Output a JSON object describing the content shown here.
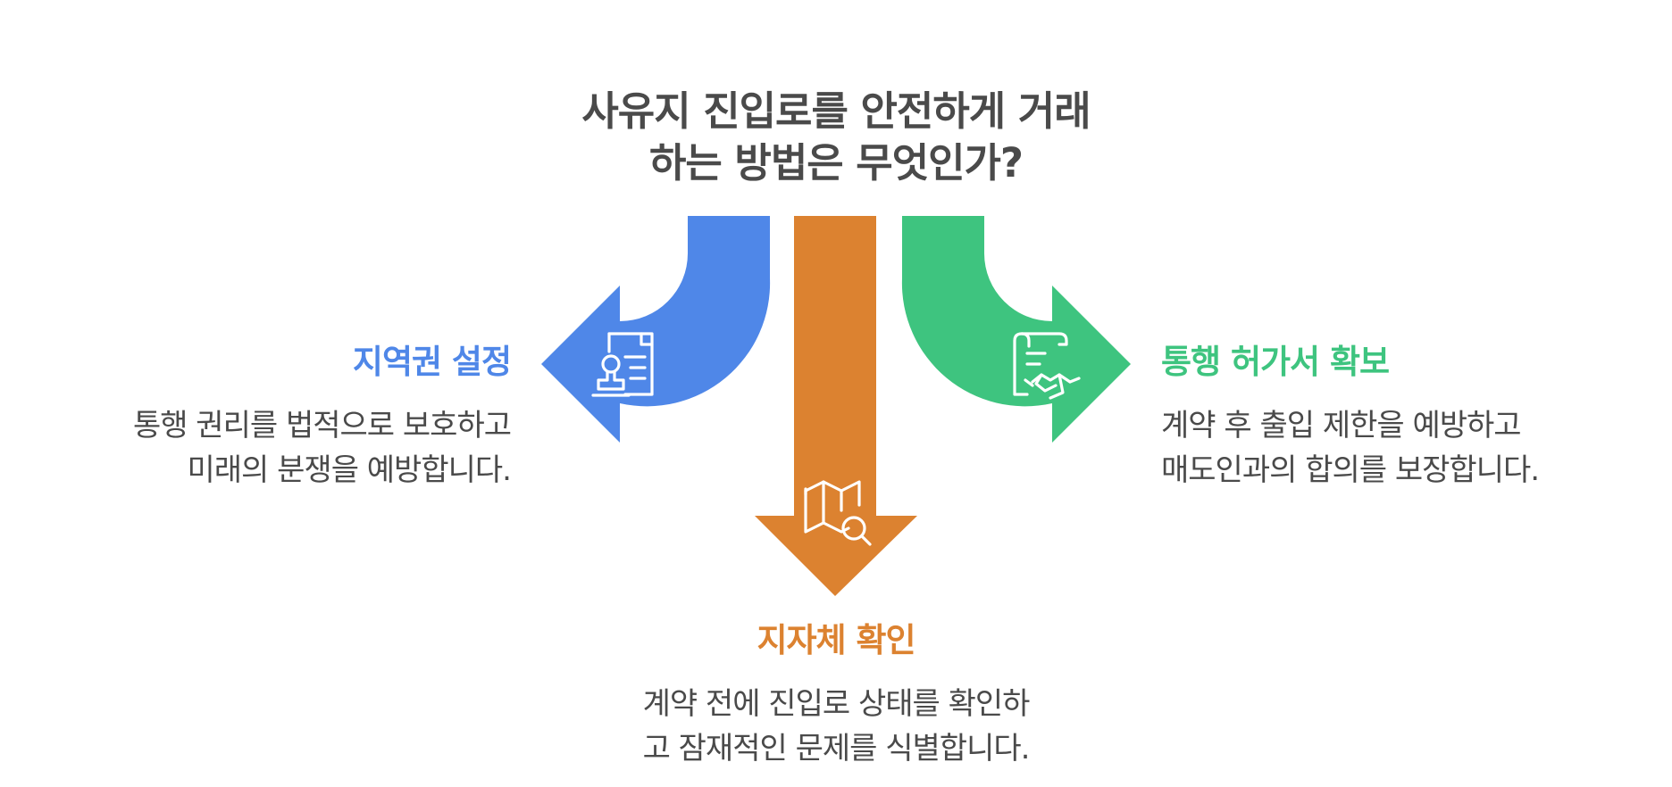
{
  "title": {
    "line1": "사유지 진입로를 안전하게 거래",
    "line2": "하는 방법은 무엇인가?"
  },
  "options": [
    {
      "heading": "지역권 설정",
      "desc_line1": "통행 권리를 법적으로 보호하고",
      "desc_line2": "미래의 분쟁을 예방합니다.",
      "color": "#4f87e8",
      "icon": "stamp-document-icon"
    },
    {
      "heading": "지자체 확인",
      "desc_line1": "계약 전에 진입로 상태를 확인하",
      "desc_line2": "고 잠재적인 문제를 식별합니다.",
      "color": "#dc8230",
      "icon": "map-search-icon"
    },
    {
      "heading": "통행 허가서 확보",
      "desc_line1": "계약 후 출입 제한을 예방하고",
      "desc_line2": "매도인과의 합의를 보장합니다.",
      "color": "#3ec47f",
      "icon": "handshake-contract-icon"
    }
  ]
}
